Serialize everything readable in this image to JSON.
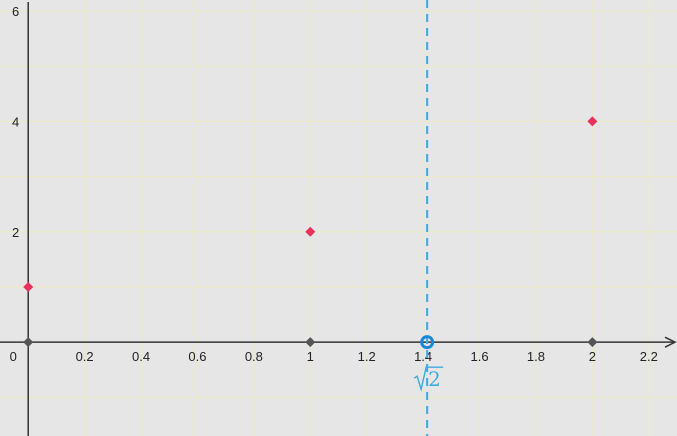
{
  "chart_data": {
    "type": "scatter",
    "xlim": [
      -0.1,
      2.3
    ],
    "ylim": [
      -1.7,
      6.2
    ],
    "grid": true,
    "x_ticks": [
      0.2,
      0.4,
      0.6,
      0.8,
      1,
      1.2,
      1.4,
      1.6,
      1.8,
      2,
      2.2
    ],
    "x_tick_labels": [
      "0.2",
      "0.4",
      "0.6",
      "0.8",
      "1",
      "1.2",
      "1.4",
      "1.6",
      "1.8",
      "2",
      "2.2"
    ],
    "y_ticks": [
      2,
      4,
      6
    ],
    "y_tick_labels": [
      "2",
      "4",
      "6"
    ],
    "origin_label": "0",
    "series": [
      {
        "color": "#e8325a",
        "marker": "diamond",
        "points": [
          {
            "x": 0,
            "y": 1
          },
          {
            "x": 1,
            "y": 2
          },
          {
            "x": 2,
            "y": 4
          }
        ]
      },
      {
        "color": "#555555",
        "marker": "diamond",
        "points": [
          {
            "x": 0,
            "y": 0
          },
          {
            "x": 1,
            "y": 0
          },
          {
            "x": 2,
            "y": 0
          }
        ]
      }
    ],
    "vertical_line": {
      "x": 1.41421356,
      "style": "dashed",
      "color": "#3fa9e0",
      "label": "√2"
    },
    "open_point": {
      "x": 1.41421356,
      "y": 0,
      "color": "#1a88d8"
    },
    "colors": {
      "background": "#e6e6e6",
      "grid": "#ecebc3",
      "axis": "#333333"
    }
  }
}
